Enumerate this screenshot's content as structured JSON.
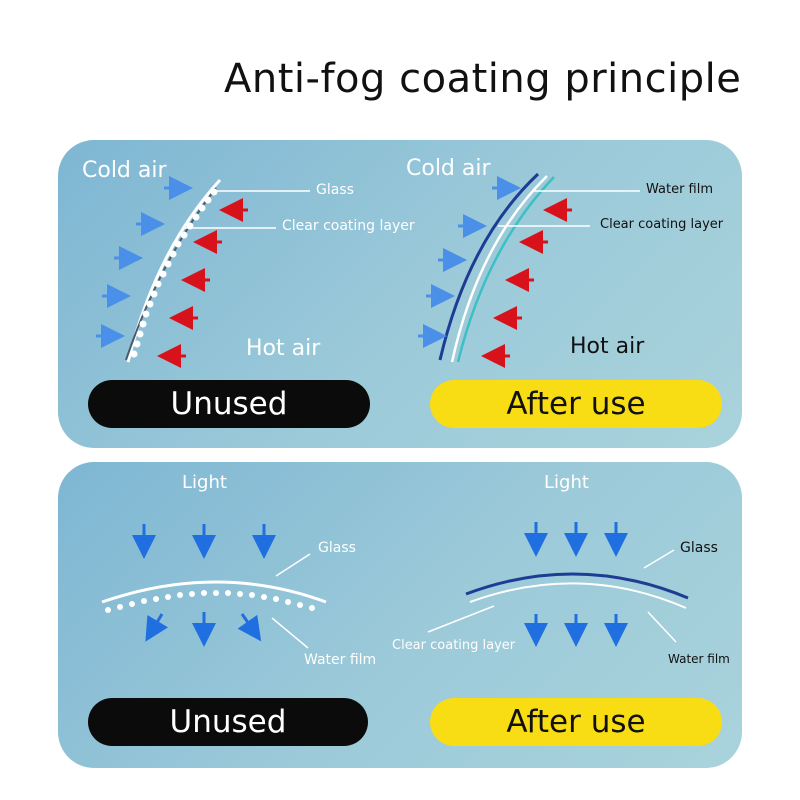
{
  "title": "Anti-fog coating principle",
  "top_panel": {
    "left": {
      "cold_air": "Cold air",
      "hot_air": "Hot air",
      "glass": "Glass",
      "clear_coating_layer": "Clear coating layer",
      "badge": "Unused"
    },
    "right": {
      "cold_air": "Cold air",
      "hot_air": "Hot air",
      "water_film": "Water film",
      "clear_coating_layer": "Clear coating layer",
      "badge": "After use"
    }
  },
  "bottom_panel": {
    "left": {
      "light": "Light",
      "glass": "Glass",
      "water_film": "Water film",
      "badge": "Unused"
    },
    "right": {
      "light": "Light",
      "glass": "Glass",
      "clear_coating_layer": "Clear coating layer",
      "water_film": "Water film",
      "badge": "After use"
    }
  },
  "colors": {
    "cold_arrow": "#4a8fe8",
    "hot_arrow": "#d8121b",
    "light_arrow": "#1f6fe0",
    "glass_dark": "#1d3d94",
    "coating_teal": "#3cc0c4",
    "badge_black": "#0b0b0b",
    "badge_yellow": "#f8dc14"
  }
}
